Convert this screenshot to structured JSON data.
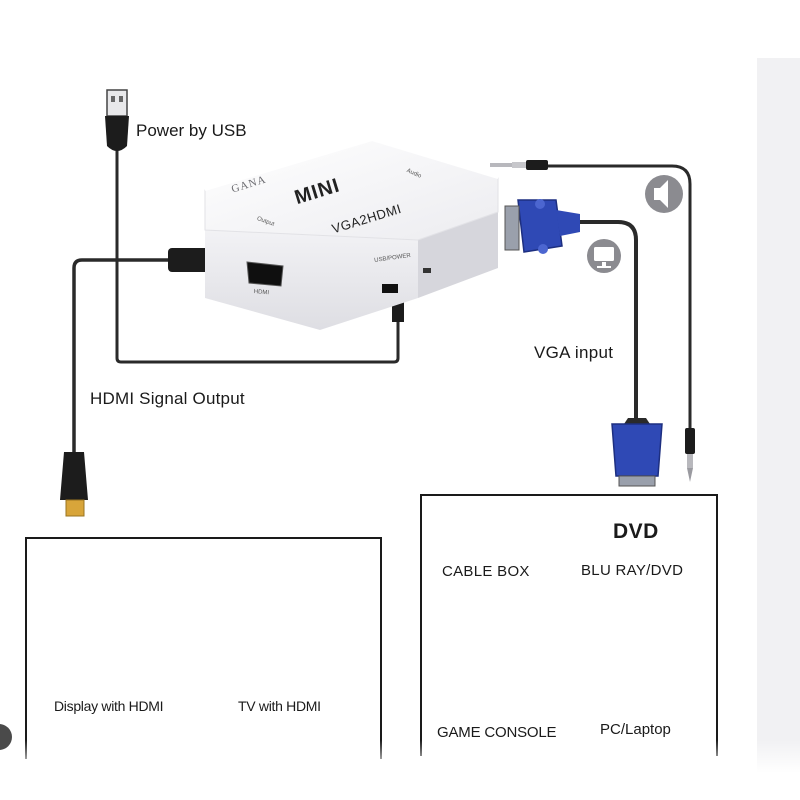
{
  "labels": {
    "power_by_usb": "Power by USB",
    "hdmi_signal_output": "HDMI Signal Output",
    "vga_input": "VGA input"
  },
  "device": {
    "brand": "GANA",
    "model": "MINI",
    "name": "VGA2HDMI",
    "port_output": "Output",
    "port_hdmi": "HDMI",
    "port_usb_power": "USB/POWER",
    "port_audio": "Audio"
  },
  "outputs": [
    {
      "label": "Display with HDMI"
    },
    {
      "label": "TV with HDMI"
    }
  ],
  "sources": [
    {
      "label": "CABLE BOX"
    },
    {
      "label": "BLU RAY/DVD",
      "badge": "DVD"
    },
    {
      "label": "GAME CONSOLE"
    },
    {
      "label": "PC/Laptop"
    }
  ],
  "colors": {
    "cable": "#2a2a2a",
    "vga_blue": "#2f49b5",
    "gold": "#d8a53a",
    "device_white": "#f4f4f6"
  },
  "icons": [
    "speaker-icon",
    "monitor-icon"
  ]
}
